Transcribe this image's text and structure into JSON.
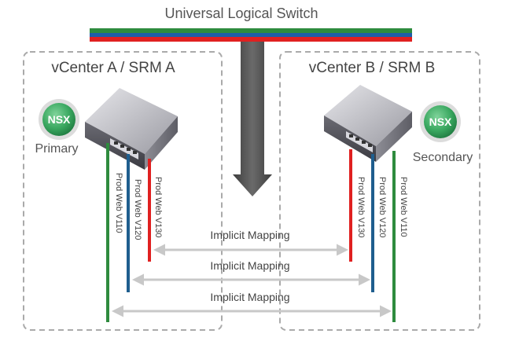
{
  "diagram": {
    "title": "Universal Logical Switch",
    "site_a": {
      "label": "vCenter A / SRM A",
      "badge": "NSX",
      "role": "Primary",
      "vlans": [
        "Prod Web V110",
        "Prod Web V120",
        "Prod Web V130"
      ]
    },
    "site_b": {
      "label": "vCenter B / SRM B",
      "badge": "NSX",
      "role": "Secondary",
      "vlans": [
        "Prod Web V130",
        "Prod Web V120",
        "Prod Web V110"
      ]
    },
    "mappings": [
      "Implicit Mapping",
      "Implicit Mapping",
      "Implicit Mapping"
    ]
  },
  "colors": {
    "v110": "#2e8b3e",
    "v120": "#1f5e8e",
    "v130": "#e02020",
    "switch_top": "#2e8b3e",
    "switch_mid": "#1f5ea8",
    "switch_bottom": "#e02020",
    "nsx_green": "#3aa860",
    "site_border": "#aaaaaa",
    "arrow_gray": "#555555",
    "mapping_arrow": "#c8c8c8"
  }
}
